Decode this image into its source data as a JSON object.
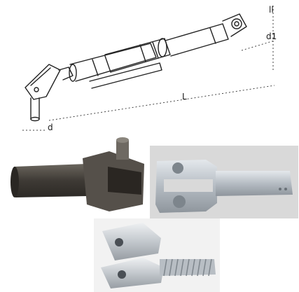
{
  "drawing": {
    "labels": {
      "length": "L",
      "pin_diameter": "d",
      "diameter_1": "d1",
      "height": "ll"
    }
  },
  "colors": {
    "line": "#222222",
    "photo1_metal": "#5f5a52",
    "photo2_background": "#d9d9d9",
    "photo2_metal": "#b9c0c6",
    "photo3_background": "#f2f2f2",
    "photo3_metal": "#c7ccd1"
  }
}
